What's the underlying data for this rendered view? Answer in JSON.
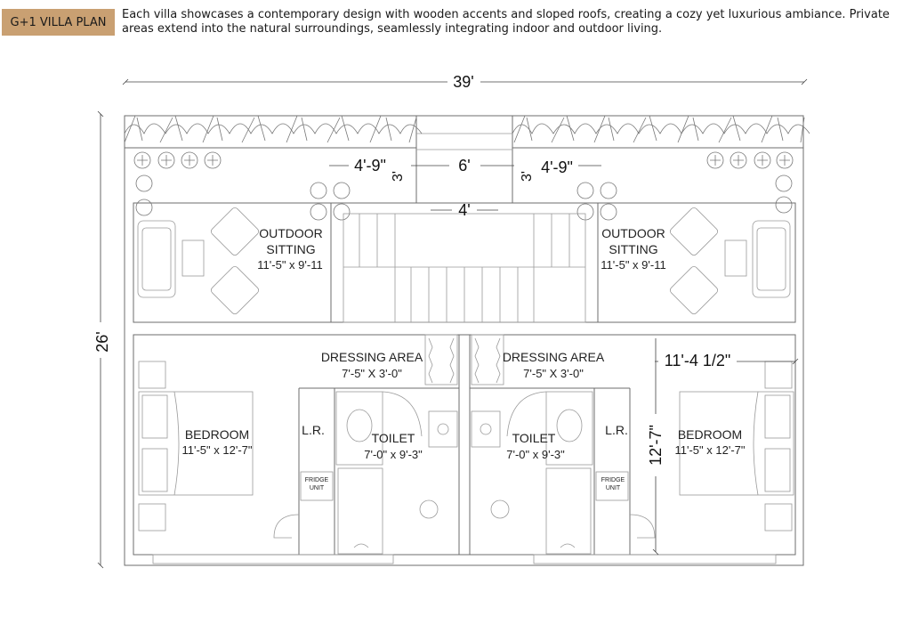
{
  "header": {
    "badge": "G+1 VILLA PLAN",
    "description": "Each villa showcases a contemporary design with wooden accents and sloped roofs, creating a cozy yet luxurious ambiance. Private areas extend into the natural surroundings, seamlessly integrating indoor and outdoor living."
  },
  "dimensions": {
    "overall_width": "39'",
    "overall_depth": "26'",
    "left_terrace": "4'-9\"",
    "right_terrace": "4'-9\"",
    "left_gap": "3'",
    "right_gap": "3'",
    "stair_width": "6'",
    "stair_run": "4'",
    "bedroom_width": "11'-4 1/2\"",
    "bedroom_depth": "12'-7\""
  },
  "rooms": {
    "outdoor_left": {
      "name_line1": "OUTDOOR",
      "name_line2": "SITTING",
      "size": "11'-5\" x 9'-11"
    },
    "outdoor_right": {
      "name_line1": "OUTDOOR",
      "name_line2": "SITTING",
      "size": "11'-5\" x 9'-11"
    },
    "dressing_left": {
      "name": "DRESSING AREA",
      "size": "7'-5\" X 3'-0\""
    },
    "dressing_right": {
      "name": "DRESSING AREA",
      "size": "7'-5\" X 3'-0\""
    },
    "bedroom_left": {
      "name": "BEDROOM",
      "size": "11'-5\" x 12'-7\""
    },
    "bedroom_right": {
      "name": "BEDROOM",
      "size": "11'-5\" x 12'-7\""
    },
    "toilet_left": {
      "name": "TOILET",
      "size": "7'-0\" x 9'-3\""
    },
    "toilet_right": {
      "name": "TOILET",
      "size": "7'-0\" x 9'-3\""
    },
    "lr_left": "L.R.",
    "lr_right": "L.R.",
    "fridge_left": {
      "line1": "FRIDGE",
      "line2": "UNIT"
    },
    "fridge_right": {
      "line1": "FRIDGE",
      "line2": "UNIT"
    }
  },
  "colors": {
    "badge": "#c9a072",
    "lines": "#6e6e6e"
  }
}
